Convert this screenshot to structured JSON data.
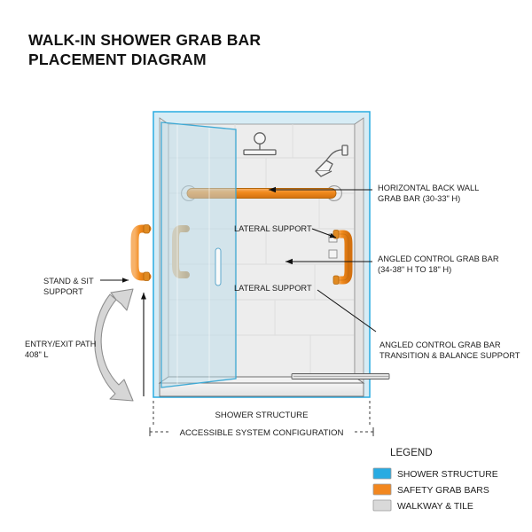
{
  "title": {
    "line1": "WALK-IN SHOWER GRAB BAR",
    "line2": "PLACEMENT DIAGRAM"
  },
  "colors": {
    "shower_structure": "#29ABE2",
    "safety_grab_bars": "#F2871F",
    "walkway_tile": "#D9D9D9",
    "glass_tint": "#BBDDEA",
    "tile_wall": "#EDEDED",
    "outline": "#6E6E6E",
    "text": "#1d1d1d"
  },
  "annotations": {
    "horizontal_back_wall": {
      "line1": "HORIZONTAL BACK WALL",
      "line2": "GRAB BAR (30-33\" H)"
    },
    "angled_control": {
      "line1": "ANGLED CONTROL GRAB BAR",
      "line2": "(34-38\" H TO 18\" H)"
    },
    "angled_transition": {
      "line1": "ANGLED CONTROL GRAB BAR",
      "line2": "TRANSITION & BALANCE SUPPORT"
    },
    "lateral_support_upper": "LATERAL SUPPORT",
    "lateral_support_lower": "LATERAL SUPPORT",
    "stand_sit": {
      "line1": "STAND & SIT",
      "line2": "SUPPORT"
    },
    "entry_exit": {
      "line1": "ENTRY/EXIT PATH",
      "line2": "408\" L"
    },
    "shower_structure_dim": "SHOWER STRUCTURE",
    "accessible_config_dim": "ACCESSIBLE SYSTEM CONFIGURATION"
  },
  "legend": {
    "heading": "LEGEND",
    "items": [
      {
        "label": "SHOWER STRUCTURE",
        "color": "#29ABE2"
      },
      {
        "label": "SAFETY GRAB BARS",
        "color": "#F2871F"
      },
      {
        "label": "WALKWAY & TILE",
        "color": "#D9D9D9"
      }
    ]
  },
  "fixtures": {
    "shower_head": "shower-head-icon",
    "shower_valve": "shower-valve-icon",
    "drain": "linear-drain-icon",
    "door_handle": "glass-door-handle-icon"
  }
}
